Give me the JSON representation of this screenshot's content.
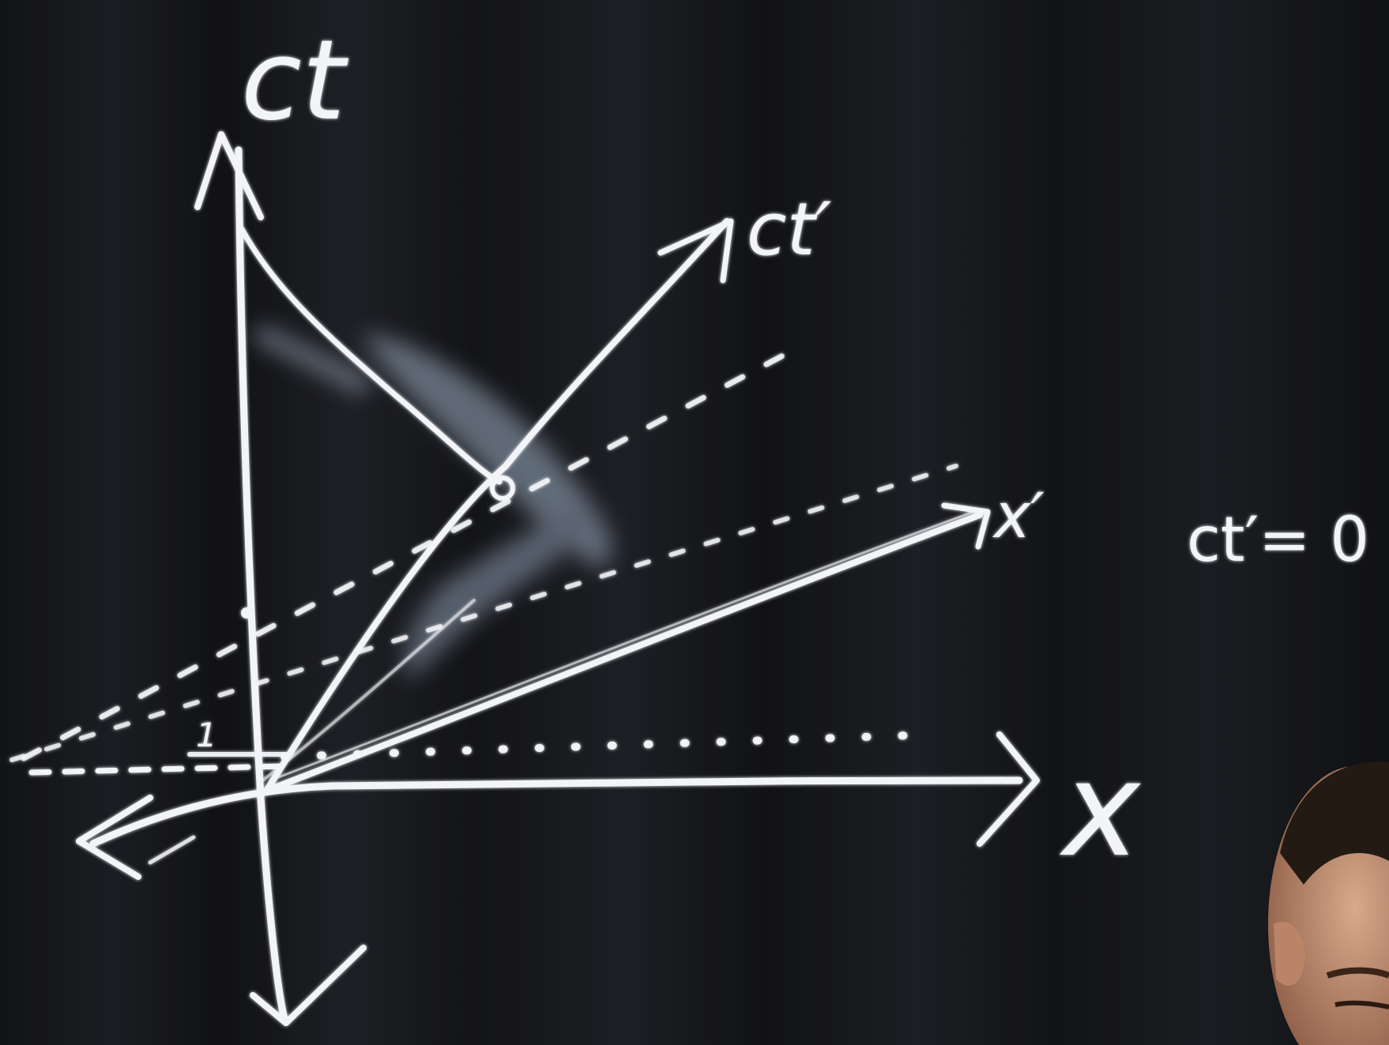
{
  "scene": {
    "surface": "blackboard",
    "colors": {
      "board": "#1a1b1f",
      "board_dark": "#101114",
      "chalk": "#f2f4f8",
      "chalk_faint": "#b9c3d2",
      "skin": "#c9967a",
      "hair": "#231a14"
    }
  },
  "labels": {
    "ct": "ct",
    "ct_prime": "ct′",
    "x": "x",
    "x_prime": "x′",
    "equation": "ct′= 0",
    "tick": "1"
  }
}
